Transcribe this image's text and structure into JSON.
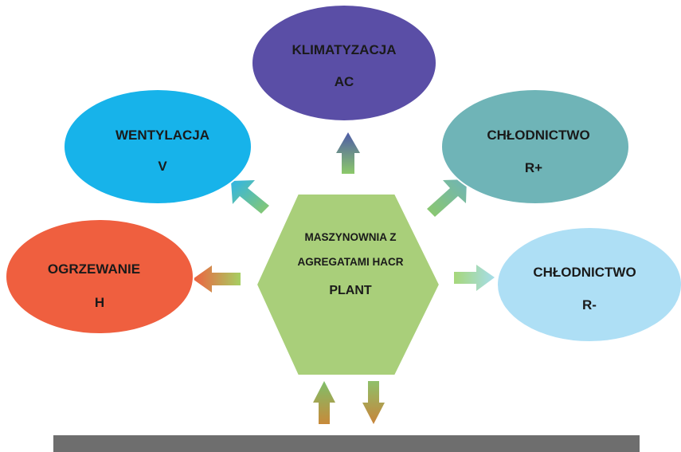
{
  "center": {
    "line1": "MASZYNOWNIA Z",
    "line2": "AGREGATAMI  HACR",
    "line3": "PLANT",
    "color": "#a9cf7a"
  },
  "nodes": {
    "klimatyzacja": {
      "line1": "KLIMATYZACJA",
      "line2": "AC",
      "color": "#5a4ea6"
    },
    "wentylacja": {
      "line1": "WENTYLACJA",
      "line2": "V",
      "color": "#17b3ea"
    },
    "chlodnictwo_plus": {
      "line1": "CHŁODNICTWO",
      "line2": "R+",
      "color": "#6fb4b7"
    },
    "ogrzewanie": {
      "line1": "OGRZEWANIE",
      "line2": "H",
      "color": "#ef5f3f"
    },
    "chlodnictwo_minus": {
      "line1": "CHŁODNICTWO",
      "line2": "R-",
      "color": "#aedff5"
    }
  },
  "base_bar_color": "#6e6e6e"
}
